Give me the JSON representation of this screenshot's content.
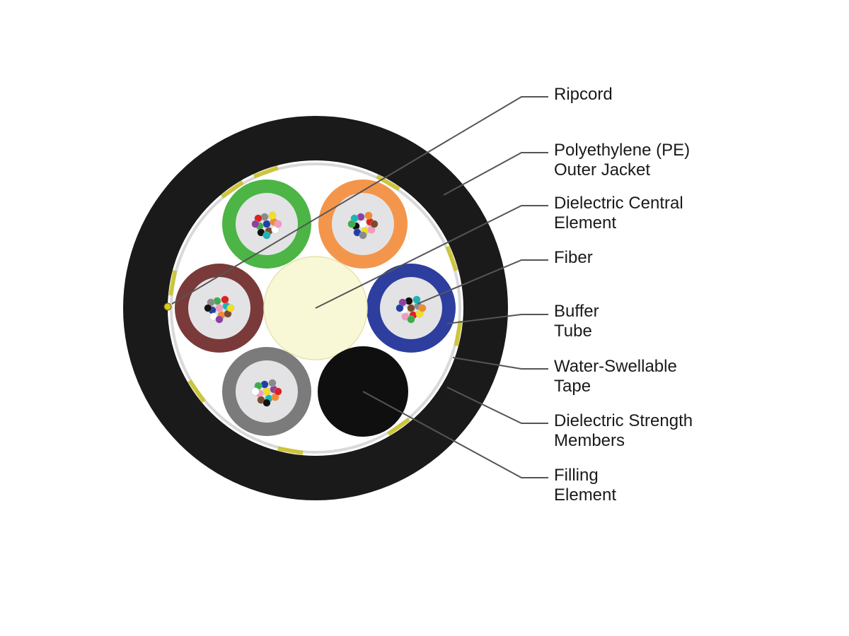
{
  "labels": [
    {
      "id": "ripcord",
      "lines": [
        "Ripcord"
      ]
    },
    {
      "id": "pe-outer-jacket",
      "lines": [
        "Polyethylene (PE)",
        "Outer Jacket"
      ]
    },
    {
      "id": "dielectric-central-element",
      "lines": [
        "Dielectric Central",
        "Element"
      ]
    },
    {
      "id": "fiber",
      "lines": [
        "Fiber"
      ]
    },
    {
      "id": "buffer-tube",
      "lines": [
        "Buffer",
        "Tube"
      ]
    },
    {
      "id": "water-swellable-tape",
      "lines": [
        "Water-Swellable",
        "Tape"
      ]
    },
    {
      "id": "dielectric-strength-members",
      "lines": [
        "Dielectric Strength",
        "Members"
      ]
    },
    {
      "id": "filling-element",
      "lines": [
        "Filling",
        "Element"
      ]
    }
  ],
  "colors": {
    "jacket": "#1a1a1a",
    "core_fill": "#ffffff",
    "tape": "#d9d9d9",
    "strength_member": "#c8c021",
    "central_element": "#f9f8d6",
    "filling_element": "#0f0f0f",
    "tube_inner": "#e3e3e5",
    "leader_line": "#555555"
  },
  "buffer_tubes": [
    {
      "name": "green",
      "color": "#4cb545"
    },
    {
      "name": "orange",
      "color": "#f3964c"
    },
    {
      "name": "brown",
      "color": "#7a3a3a"
    },
    {
      "name": "blue",
      "color": "#2e3e9e"
    },
    {
      "name": "gray",
      "color": "#7b7b7b"
    }
  ],
  "fiber_colors": [
    "#1f3fa8",
    "#f18c2b",
    "#3cae49",
    "#7b4a2a",
    "#8a8a8a",
    "#ffffff",
    "#e02020",
    "#111111",
    "#f0e020",
    "#8e3fa0",
    "#f29ac2",
    "#19b5b5"
  ]
}
